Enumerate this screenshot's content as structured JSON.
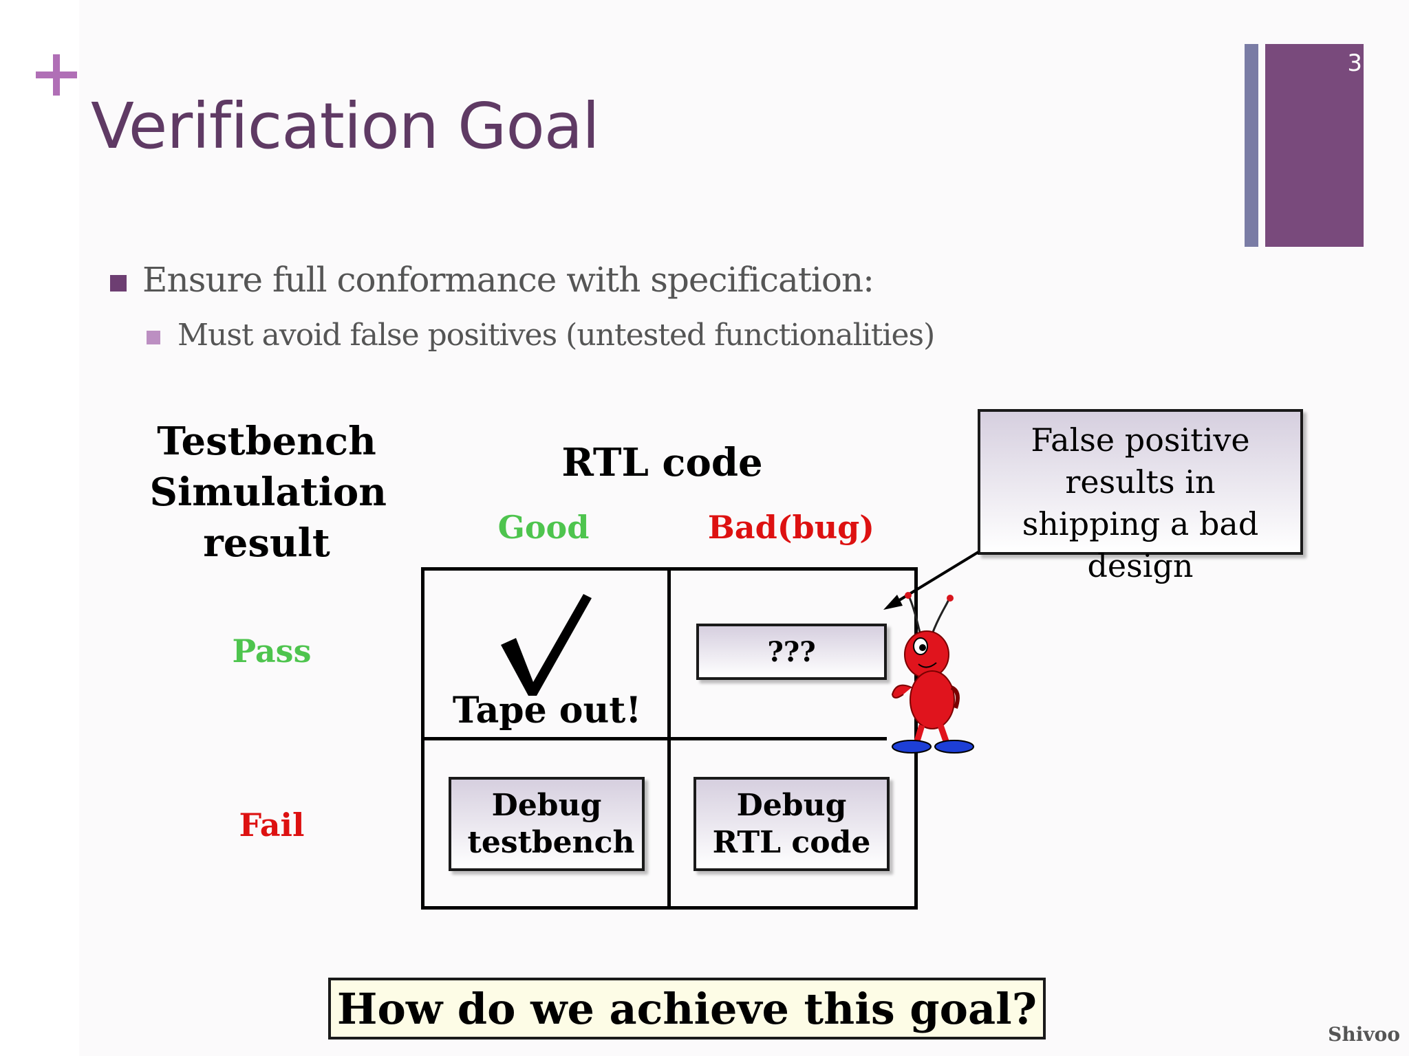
{
  "slide": {
    "title": "Verification Goal",
    "number": "3",
    "accent_colors": {
      "plus": "#b06fb6",
      "title": "#5f3a64",
      "bar_thin": "#7a7ca5",
      "bar_wide": "#794a7c"
    }
  },
  "bullets": {
    "level1": "Ensure full conformance with specification:",
    "level2": "Must avoid false positives (untested functionalities)"
  },
  "diagram": {
    "row_header": "Testbench Simulation result",
    "col_header": "RTL code",
    "col_good": "Good",
    "col_bad": "Bad(bug)",
    "row_pass": "Pass",
    "row_fail": "Fail",
    "pass_good_mark": "√",
    "pass_good_text": "Tape out!",
    "pass_bad_text": "???",
    "fail_good_text": "Debug testbench",
    "fail_bad_text": "Debug RTL code",
    "callout": "False positive results in shipping a bad design",
    "colors": {
      "good": "#4ec44e",
      "bad": "#dd1111"
    }
  },
  "question": "How do we achieve this goal?",
  "watermark": "Shivoo"
}
